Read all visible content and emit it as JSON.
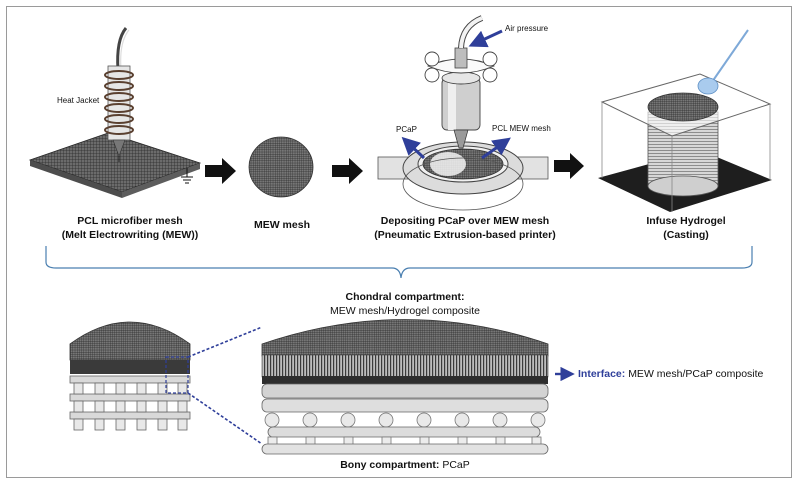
{
  "labels": {
    "heat_jacket": "Heat Jacket",
    "air_pressure": "Air pressure",
    "pcap_arrow": "PCaP",
    "pcl_mew_arrow": "PCL MEW mesh",
    "step1_line1": "PCL microfiber mesh",
    "step1_line2": "(Melt Electrowriting (MEW))",
    "step2": "MEW mesh",
    "step3_line1": "Depositing PCaP over MEW mesh",
    "step3_line2": "(Pneumatic Extrusion-based printer)",
    "step4_line1": "Infuse Hydrogel",
    "step4_line2": "(Casting)",
    "chondral_title": "Chondral compartment:",
    "chondral_desc": "MEW mesh/Hydrogel composite",
    "interface_title": "Interface:",
    "interface_desc": "MEW mesh/PCaP composite",
    "bony_title": "Bony compartment:",
    "bony_desc": "PCaP"
  },
  "colors": {
    "arrow_dark": "#111111",
    "blue_arrow": "#2f3f9a",
    "mesh_dark": "#3a3a3a",
    "mesh_mid": "#8a8a8a",
    "bracket": "#4a7fb0"
  }
}
